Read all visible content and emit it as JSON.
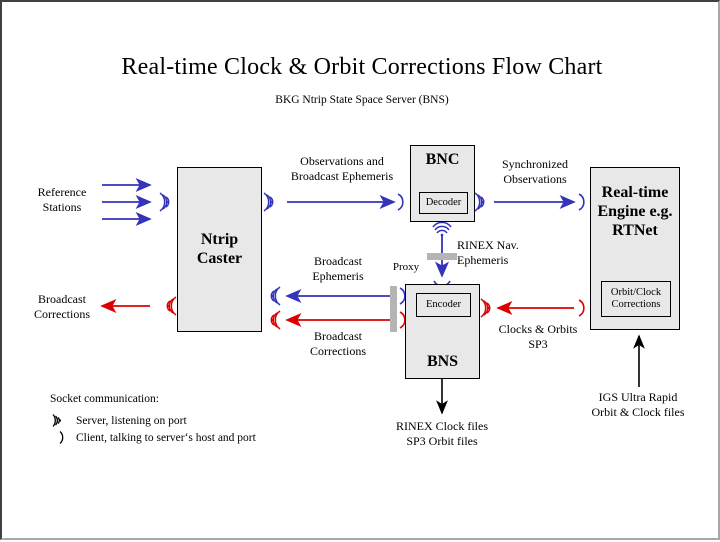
{
  "page": {
    "title": "Real-time Clock & Orbit Corrections Flow Chart",
    "subtitle": "BKG Ntrip State Space Server  (BNS)",
    "background": "#ffffff",
    "box_fill": "#e8e8e8",
    "box_stroke": "#000000",
    "proxy_color": "#b5b5b5",
    "colors": {
      "blue": "#3333bb",
      "red": "#dd0000",
      "black": "#000000"
    }
  },
  "nodes": {
    "caster": {
      "title": "Ntrip\nCaster"
    },
    "bnc": {
      "title": "BNC",
      "sub": "Decoder"
    },
    "bns": {
      "title": "BNS",
      "sub": "Encoder"
    },
    "engine": {
      "title": "Real-time\nEngine\ne.g. RTNet",
      "sub": "Orbit/Clock\nCorrections"
    }
  },
  "labels": {
    "reference_stations": "Reference\nStations",
    "broadcast_corrections_left": "Broadcast\nCorrections",
    "observations_broadcast_ephemeris": "Observations and\nBroadcast Ephemeris",
    "synchronized_observations": "Synchronized\nObservations",
    "rinex_nav_ephemeris": "RINEX Nav.\nEphemeris",
    "broadcast_ephemeris": "Broadcast\nEphemeris",
    "broadcast_corrections_mid": "Broadcast\nCorrections",
    "proxy": "Proxy",
    "clocks_orbits_sp3": "Clocks & Orbits\nSP3",
    "rinex_clock_sp3_files": "RINEX Clock files\nSP3 Orbit files",
    "igs_ultra_rapid": "IGS Ultra Rapid\nOrbit & Clock files"
  },
  "legend": {
    "heading": "Socket communication:",
    "server_glyph": "server-icon",
    "server_text": "Server,  listening on port",
    "client_glyph": ")",
    "client_text": "Client, talking to server‘s host and port"
  },
  "chart_data": {
    "type": "diagram",
    "title": "Real-time Clock & Orbit Corrections Flow Chart",
    "nodes": [
      "Reference Stations",
      "Ntrip Caster",
      "BNC",
      "BNS",
      "Real-time Engine e.g. RTNet"
    ],
    "edges": [
      {
        "from": "Reference Stations",
        "to": "Ntrip Caster",
        "label": "",
        "color": "blue"
      },
      {
        "from": "Ntrip Caster",
        "to": "BNC",
        "label": "Observations and Broadcast Ephemeris",
        "color": "blue"
      },
      {
        "from": "BNC",
        "to": "Real-time Engine",
        "label": "Synchronized Observations",
        "color": "blue"
      },
      {
        "from": "BNC",
        "to": "BNS",
        "label": "RINEX Nav. Ephemeris",
        "color": "blue"
      },
      {
        "from": "BNS",
        "to": "Ntrip Caster",
        "label": "Broadcast Ephemeris",
        "color": "blue"
      },
      {
        "from": "Real-time Engine",
        "to": "BNS",
        "label": "Clocks & Orbits SP3",
        "color": "red"
      },
      {
        "from": "BNS",
        "to": "Ntrip Caster",
        "label": "Broadcast Corrections",
        "color": "red"
      },
      {
        "from": "Ntrip Caster",
        "to": "Broadcast Corrections",
        "label": "Broadcast Corrections",
        "color": "red"
      },
      {
        "from": "BNS",
        "to": "RINEX Clock files SP3 Orbit files",
        "label": "",
        "color": "black"
      },
      {
        "from": "IGS Ultra Rapid Orbit & Clock files",
        "to": "Real-time Engine",
        "label": "",
        "color": "black"
      }
    ]
  }
}
